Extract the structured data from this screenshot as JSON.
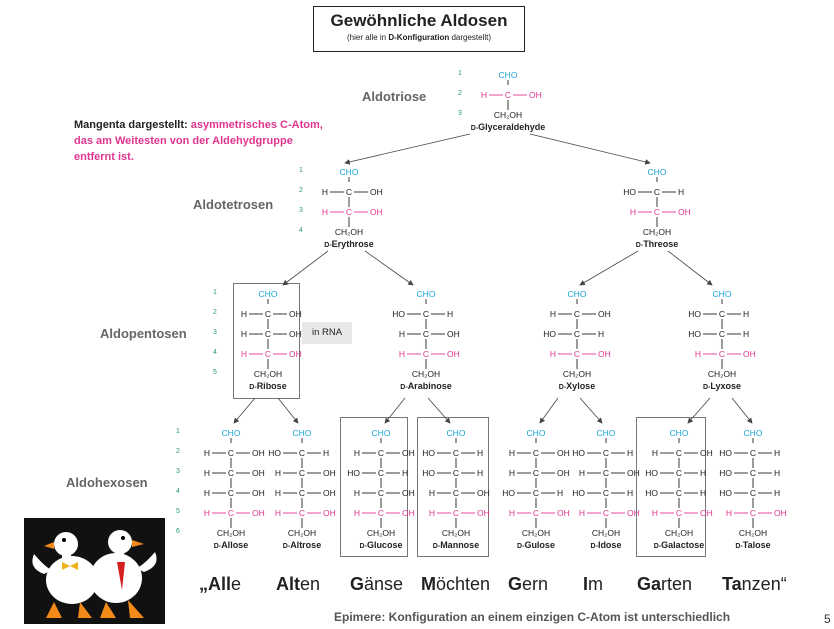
{
  "title": "Gewöhnliche Aldosen",
  "subtitle_pre": "(hier alle in ",
  "subtitle_bold": "D-Konfiguration",
  "subtitle_post": " dargestellt)",
  "note_black": "Mangenta dargestellt: ",
  "note_magenta_1": "asymmetrisches C-Atom,",
  "note_magenta_2": "das am Weitesten von der Aldehydgruppe",
  "note_magenta_3": "entfernt ist.",
  "categories": {
    "triose": "Aldotriose",
    "tetrose": "Aldotetrosen",
    "pentose": "Aldopentosen",
    "hexose": "Aldohexosen"
  },
  "in_rna": "in RNA",
  "colors": {
    "cho": "#1aa6d6",
    "magenta": "#e0368f",
    "black": "#222222",
    "numbers": "#2a9a6a"
  },
  "carbon_numbers": [
    "1",
    "2",
    "3",
    "4",
    "5",
    "6"
  ],
  "group_labels": {
    "cho": "CHO",
    "ch2oh": "CH₂OH",
    "h": "H",
    "oh": "OH",
    "ho": "HO",
    "c": "C"
  },
  "molecules": [
    {
      "name_prefix": "D-",
      "name": "Glyceraldehyde",
      "rows": [
        "R"
      ]
    },
    {
      "name_prefix": "D-",
      "name": "Erythrose",
      "rows": [
        "R",
        "R"
      ]
    },
    {
      "name_prefix": "D-",
      "name": "Threose",
      "rows": [
        "L",
        "R"
      ]
    },
    {
      "name_prefix": "D-",
      "name": "Ribose",
      "rows": [
        "R",
        "R",
        "R"
      ]
    },
    {
      "name_prefix": "D-",
      "name": "Arabinose",
      "rows": [
        "L",
        "R",
        "R"
      ]
    },
    {
      "name_prefix": "D-",
      "name": "Xylose",
      "rows": [
        "R",
        "L",
        "R"
      ]
    },
    {
      "name_prefix": "D-",
      "name": "Lyxose",
      "rows": [
        "L",
        "L",
        "R"
      ]
    },
    {
      "name_prefix": "D-",
      "name": "Allose",
      "rows": [
        "R",
        "R",
        "R",
        "R"
      ]
    },
    {
      "name_prefix": "D-",
      "name": "Altrose",
      "rows": [
        "L",
        "R",
        "R",
        "R"
      ]
    },
    {
      "name_prefix": "D-",
      "name": "Glucose",
      "rows": [
        "R",
        "L",
        "R",
        "R"
      ]
    },
    {
      "name_prefix": "D-",
      "name": "Mannose",
      "rows": [
        "L",
        "L",
        "R",
        "R"
      ]
    },
    {
      "name_prefix": "D-",
      "name": "Gulose",
      "rows": [
        "R",
        "R",
        "L",
        "R"
      ]
    },
    {
      "name_prefix": "D-",
      "name": "Idose",
      "rows": [
        "L",
        "R",
        "L",
        "R"
      ]
    },
    {
      "name_prefix": "D-",
      "name": "Galactose",
      "rows": [
        "R",
        "L",
        "L",
        "R"
      ]
    },
    {
      "name_prefix": "D-",
      "name": "Talose",
      "rows": [
        "L",
        "L",
        "L",
        "R"
      ]
    }
  ],
  "mnemonic": [
    {
      "bold": "„All",
      "rest": "e"
    },
    {
      "bold": "Alt",
      "rest": "en"
    },
    {
      "bold": "G",
      "rest": "änse"
    },
    {
      "bold": "M",
      "rest": "öchten"
    },
    {
      "bold": "G",
      "rest": "ern"
    },
    {
      "bold": "I",
      "rest": "m"
    },
    {
      "bold": "Ga",
      "rest": "rten"
    },
    {
      "bold": "Ta",
      "rest": "nzen“"
    }
  ],
  "footer": "Epimere: Konfiguration an einem einzigen C-Atom ist unterschiedlich",
  "page_number": "5"
}
